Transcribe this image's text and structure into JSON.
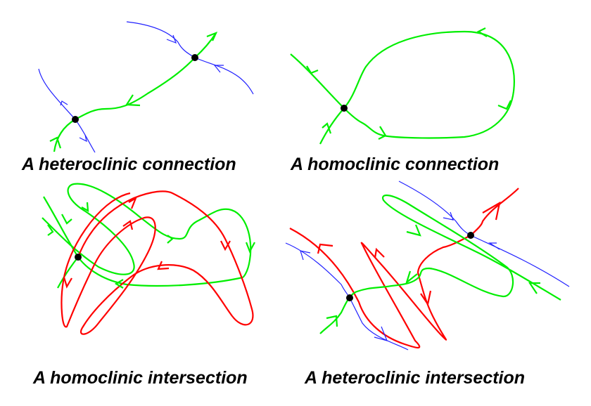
{
  "panels": [
    {
      "title": "A heteroclinic connection"
    },
    {
      "title": "A homoclinic connection"
    },
    {
      "title": "A homoclinic intersection"
    },
    {
      "title": "A heteroclinic intersection"
    }
  ],
  "colors": {
    "stable_manifold": "#2222ff",
    "unstable_manifold_a": "#00ee00",
    "unstable_manifold_b": "#ff0000",
    "fixed_point": "#000000"
  }
}
